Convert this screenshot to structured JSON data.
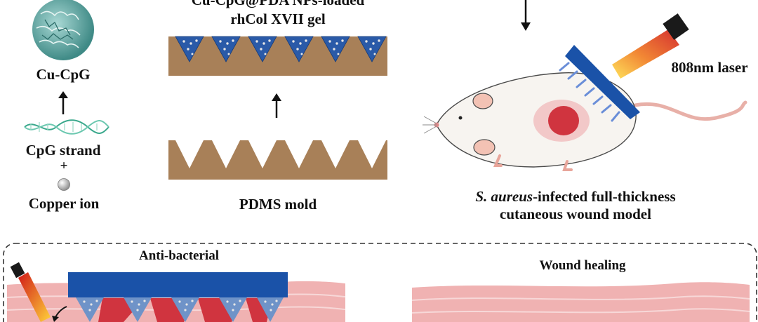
{
  "left_panel": {
    "particle_label": "Cu-CpG",
    "strand_label": "CpG strand",
    "plus": "+",
    "ion_label": "Copper ion"
  },
  "middle_panel": {
    "gel_label_line1": "Cu-CpG@PDA NPs-loaded",
    "gel_label_line2": "rhCol XVII gel",
    "mold_label": "PDMS mold"
  },
  "right_panel": {
    "laser_label": "808nm laser",
    "model_label_italic": "S. aureus",
    "model_label_rest": "-infected full-thickness",
    "model_label_line2": "cutaneous wound model"
  },
  "bottom_panel": {
    "anti_bacterial_label": "Anti-bacterial",
    "wound_healing_label": "Wound healing"
  },
  "colors": {
    "mold_brown": "#a88058",
    "needle_blue": "#1a52a8",
    "skin_pink": "#f0b2b2",
    "laser_red": "#e8432a",
    "wound_red": "#d0343f"
  }
}
